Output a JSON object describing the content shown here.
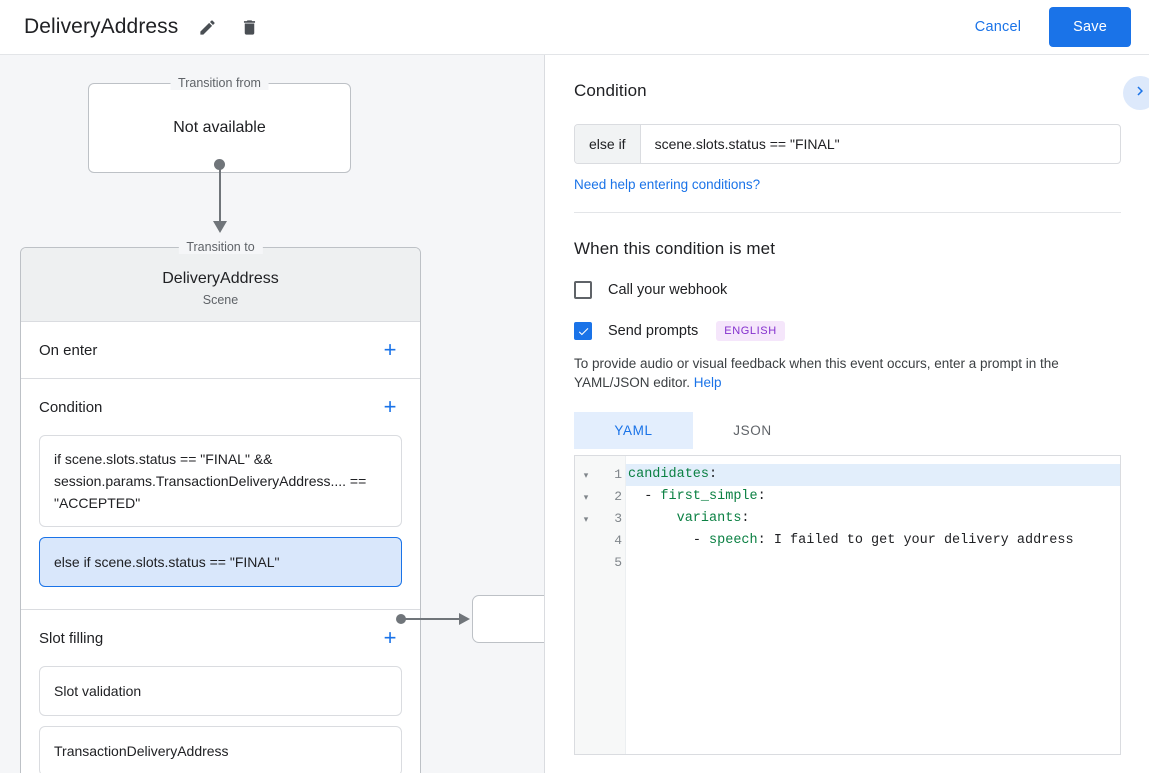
{
  "topbar": {
    "title": "DeliveryAddress",
    "edit_icon": "pencil-icon",
    "delete_icon": "trash-icon",
    "cancel_label": "Cancel",
    "save_label": "Save",
    "accent_color": "#1a73e8"
  },
  "graph": {
    "from": {
      "legend": "Transition from",
      "label": "Not available"
    },
    "to": {
      "legend": "Transition to",
      "name": "DeliveryAddress",
      "type": "Scene",
      "sections": [
        {
          "title": "On enter",
          "add_label": "+",
          "items": []
        },
        {
          "title": "Condition",
          "add_label": "+",
          "items": [
            {
              "text": "if scene.slots.status == \"FINAL\" && session.params.TransactionDeliveryAddress.... == \"ACCEPTED\"",
              "selected": false
            },
            {
              "text": "else if scene.slots.status == \"FINAL\"",
              "selected": true
            }
          ]
        },
        {
          "title": "Slot filling",
          "add_label": "+",
          "items": [
            {
              "text": "Slot validation",
              "selected": false
            },
            {
              "text": "TransactionDeliveryAddress",
              "selected": false
            }
          ]
        }
      ]
    }
  },
  "details": {
    "condition": {
      "heading": "Condition",
      "prefix": "else if",
      "expression": "scene.slots.status == \"FINAL\"",
      "help_link": "Need help entering conditions?"
    },
    "when_met": {
      "heading": "When this condition is met",
      "webhook": {
        "label": "Call your webhook",
        "checked": false
      },
      "prompts": {
        "label": "Send prompts",
        "checked": true,
        "badge": "ENGLISH",
        "badge_bg": "#f5e6fb",
        "badge_color": "#8430ce"
      },
      "description_before": "To provide audio or visual feedback when this event occurs, enter a prompt in the YAML/JSON editor. ",
      "description_link": "Help"
    },
    "editor": {
      "tabs": [
        {
          "label": "YAML",
          "active": true
        },
        {
          "label": "JSON",
          "active": false
        }
      ],
      "lines": [
        {
          "num": "1",
          "fold": "▾",
          "highlighted": true,
          "key": "candidates",
          "punct": ":",
          "indent": "",
          "dash": "",
          "value": ""
        },
        {
          "num": "2",
          "fold": "▾",
          "highlighted": false,
          "key": "first_simple",
          "punct": ":",
          "indent": "  ",
          "dash": "- ",
          "value": ""
        },
        {
          "num": "3",
          "fold": "▾",
          "highlighted": false,
          "key": "variants",
          "punct": ":",
          "indent": "      ",
          "dash": "",
          "value": ""
        },
        {
          "num": "4",
          "fold": "",
          "highlighted": false,
          "key": "speech",
          "punct": ": ",
          "indent": "        ",
          "dash": "- ",
          "value": "I failed to get your delivery address"
        },
        {
          "num": "5",
          "fold": "",
          "highlighted": false,
          "key": "",
          "punct": "",
          "indent": "",
          "dash": "",
          "value": ""
        }
      ]
    },
    "expand_icon": "chevron-right-icon"
  }
}
